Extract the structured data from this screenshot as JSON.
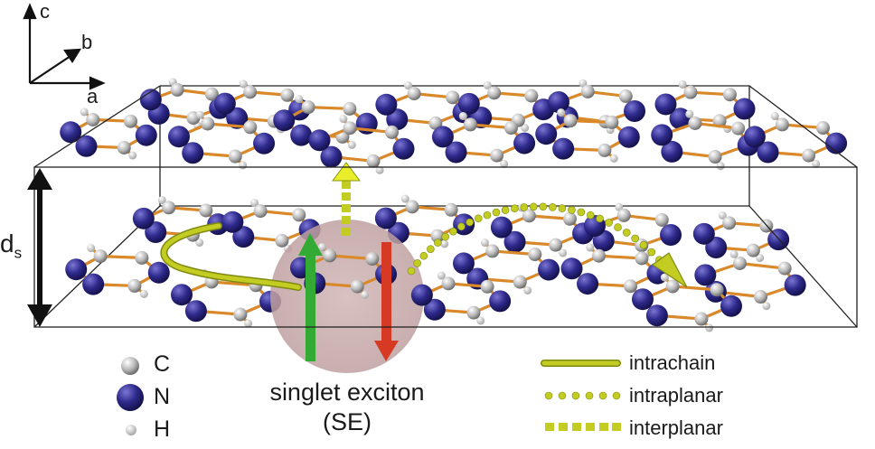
{
  "axes": {
    "c": "c",
    "b": "b",
    "a": "a"
  },
  "spacing_label": {
    "main": "d",
    "sub": "s"
  },
  "legend_atoms": [
    {
      "symbol": "C",
      "color": "#b8b8b8"
    },
    {
      "symbol": "N",
      "color": "#2e2a8c"
    },
    {
      "symbol": "H",
      "color": "#e8e8e8"
    }
  ],
  "legend_processes": [
    {
      "label": "intrachain",
      "style": "solid",
      "color": "#b8c21e"
    },
    {
      "label": "intraplanar",
      "style": "dotted",
      "color": "#b8c21e"
    },
    {
      "label": "interplanar",
      "style": "dashed",
      "color": "#b8c21e"
    }
  ],
  "exciton": {
    "line1": "singlet exciton",
    "line2": "(SE)"
  },
  "colors": {
    "nitrogen": "#2e2a8c",
    "carbon": "#b8b8b8",
    "bond": "#d9892a",
    "exciton_disk": "#c9a9a9",
    "arrow_up": "#33aa33",
    "arrow_down": "#d63a24",
    "transfer": "#c2cc22"
  }
}
